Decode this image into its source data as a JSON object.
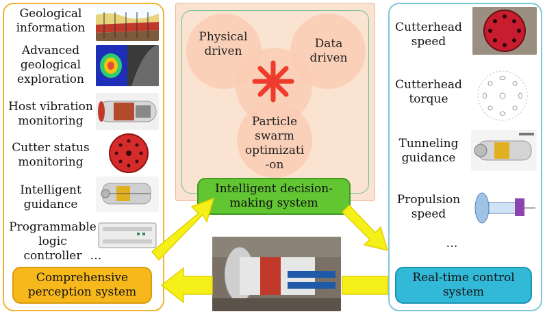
{
  "left_panel": {
    "items": [
      {
        "label": "Geological information",
        "icon": "geology-profile-image"
      },
      {
        "label": "Advanced geological exploration",
        "icon": "geophysics-scan-image"
      },
      {
        "label": "Host vibration monitoring",
        "icon": "tbm-machine-image"
      },
      {
        "label": "Cutter status monitoring",
        "icon": "cutterhead-red-image"
      },
      {
        "label": "Intelligent guidance",
        "icon": "guidance-system-image"
      },
      {
        "label": "Programmable logic controller",
        "icon": "plc-unit-image"
      }
    ],
    "ellipsis": "…",
    "box_label": "Comprehensive perception system"
  },
  "center_panel": {
    "circles": [
      {
        "label": "Physical driven"
      },
      {
        "label": "Data driven"
      },
      {
        "label": "Particle swarm optimizati -on"
      }
    ],
    "box_label": "Intelligent decision-making system"
  },
  "right_panel": {
    "items": [
      {
        "label": "Cutterhead speed",
        "icon": "cutterhead-photo-image"
      },
      {
        "label": "Cutterhead torque",
        "icon": "cutter-layout-image"
      },
      {
        "label": "Tunneling guidance",
        "icon": "tbm-guidance-image"
      },
      {
        "label": "Propulsion speed",
        "icon": "propulsion-diagram-image"
      }
    ],
    "ellipsis": "…",
    "box_label": "Real-time control system"
  },
  "colors": {
    "perception_accent": "#f2b233",
    "decision_accent": "#62c632",
    "control_accent": "#33b9d8",
    "arrow_fill": "#f4f018"
  }
}
